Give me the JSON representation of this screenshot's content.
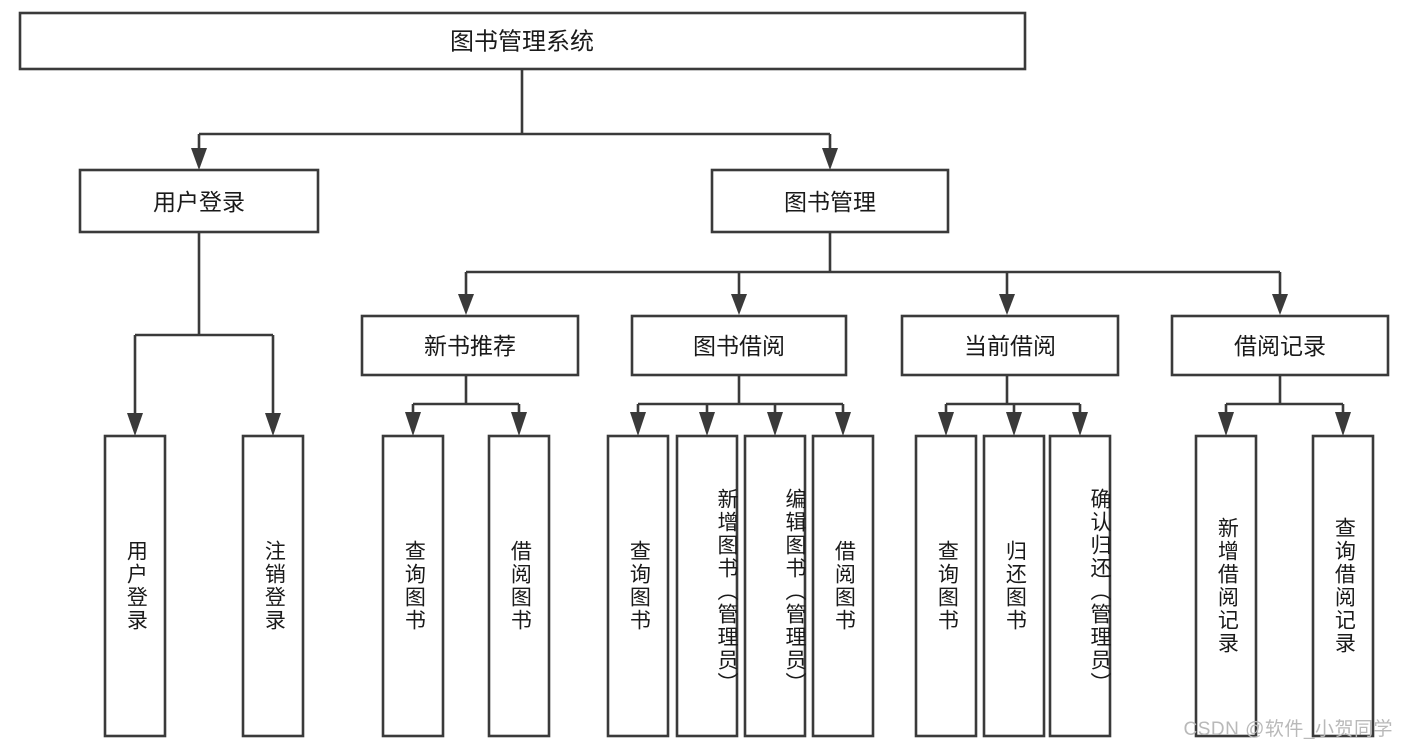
{
  "diagram": {
    "type": "tree",
    "title": "图书管理系统",
    "orientation": "top-down",
    "watermark": "CSDN @软件_小贺同学",
    "colors": {
      "stroke": "#3a3a3a",
      "fill": "#ffffff",
      "text": "#1a1a1a",
      "watermark": "#b9b9b9",
      "background": "#ffffff"
    },
    "root": {
      "id": "root",
      "label": "图书管理系统"
    },
    "level2": [
      {
        "id": "user-login",
        "label": "用户登录"
      },
      {
        "id": "book-manage",
        "label": "图书管理"
      }
    ],
    "level3": [
      {
        "id": "new-book-recommend",
        "label": "新书推荐",
        "parent": "book-manage"
      },
      {
        "id": "book-borrow",
        "label": "图书借阅",
        "parent": "book-manage"
      },
      {
        "id": "current-borrow",
        "label": "当前借阅",
        "parent": "book-manage"
      },
      {
        "id": "borrow-record",
        "label": "借阅记录",
        "parent": "book-manage"
      }
    ],
    "leaves": [
      {
        "id": "leaf-user-login",
        "label": "用户登录",
        "parent": "user-login"
      },
      {
        "id": "leaf-logout",
        "label": "注销登录",
        "parent": "user-login"
      },
      {
        "id": "leaf-query-book-1",
        "label": "查询图书",
        "parent": "new-book-recommend"
      },
      {
        "id": "leaf-borrow-book-1",
        "label": "借阅图书",
        "parent": "new-book-recommend"
      },
      {
        "id": "leaf-query-book-2",
        "label": "查询图书",
        "parent": "book-borrow"
      },
      {
        "id": "leaf-add-book",
        "label": "新增图书（管理员）",
        "parent": "book-borrow"
      },
      {
        "id": "leaf-edit-book",
        "label": "编辑图书（管理员）",
        "parent": "book-borrow"
      },
      {
        "id": "leaf-borrow-book-2",
        "label": "借阅图书",
        "parent": "book-borrow"
      },
      {
        "id": "leaf-query-book-3",
        "label": "查询图书",
        "parent": "current-borrow"
      },
      {
        "id": "leaf-return-book",
        "label": "归还图书",
        "parent": "current-borrow"
      },
      {
        "id": "leaf-confirm-return",
        "label": "确认归还（管理员）",
        "parent": "current-borrow"
      },
      {
        "id": "leaf-add-record",
        "label": "新增借阅记录",
        "parent": "borrow-record"
      },
      {
        "id": "leaf-query-record",
        "label": "查询借阅记录",
        "parent": "borrow-record"
      }
    ]
  }
}
